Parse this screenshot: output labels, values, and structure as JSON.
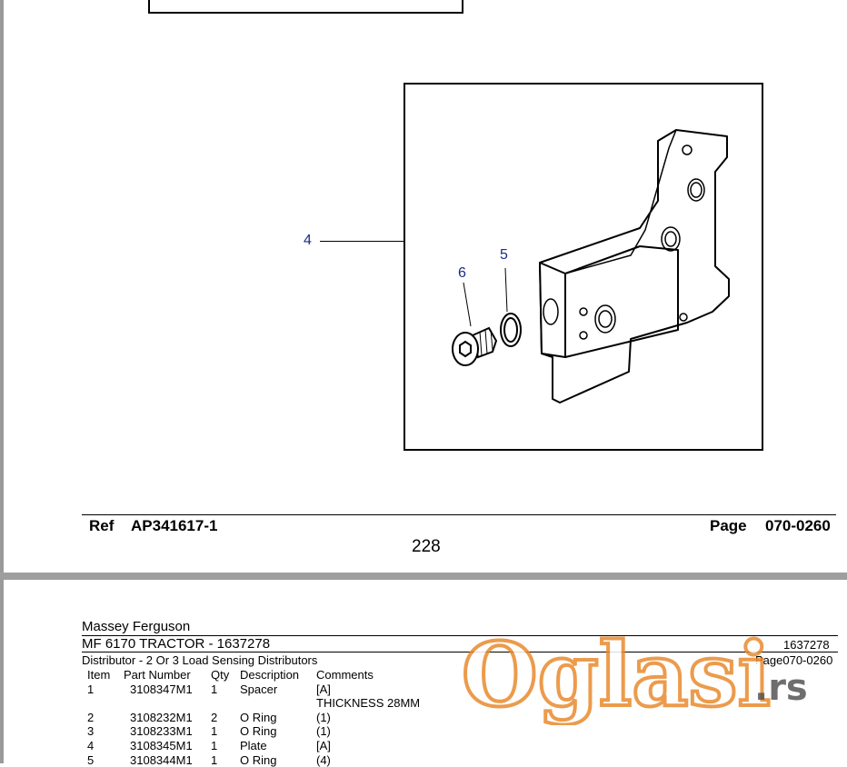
{
  "upper_page": {
    "callouts": [
      "4",
      "6",
      "5"
    ],
    "ref_label": "Ref",
    "ref_value": "AP341617-1",
    "page_label": "Page",
    "page_value": "070-0260",
    "page_number": "228"
  },
  "lower_page": {
    "brand": "Massey Ferguson",
    "model": "MF 6170   TRACTOR - 1637278",
    "model_id": "1637278",
    "section": "Distributor - 2 Or 3 Load Sensing Distributors",
    "page_ref": "Page070-0260",
    "columns": [
      "Item",
      "Part Number",
      "Qty",
      "Description",
      "Comments"
    ],
    "rows": [
      {
        "item": "1",
        "part": "3108347M1",
        "qty": "1",
        "desc": "Spacer",
        "comment": "[A]",
        "comment2": "THICKNESS 28MM"
      },
      {
        "item": "2",
        "part": "3108232M1",
        "qty": "2",
        "desc": "O Ring",
        "comment": "(1)"
      },
      {
        "item": "3",
        "part": "3108233M1",
        "qty": "1",
        "desc": "O Ring",
        "comment": "(1)"
      },
      {
        "item": "4",
        "part": "3108345M1",
        "qty": "1",
        "desc": "Plate",
        "comment": "[A]"
      },
      {
        "item": "5",
        "part": "3108344M1",
        "qty": "1",
        "desc": "O Ring",
        "comment": "(4)"
      }
    ]
  },
  "watermark": {
    "text_main": "Oglasi",
    "text_suffix": ".rs",
    "color_orange": "#e98a2d",
    "color_gray": "#555555"
  }
}
